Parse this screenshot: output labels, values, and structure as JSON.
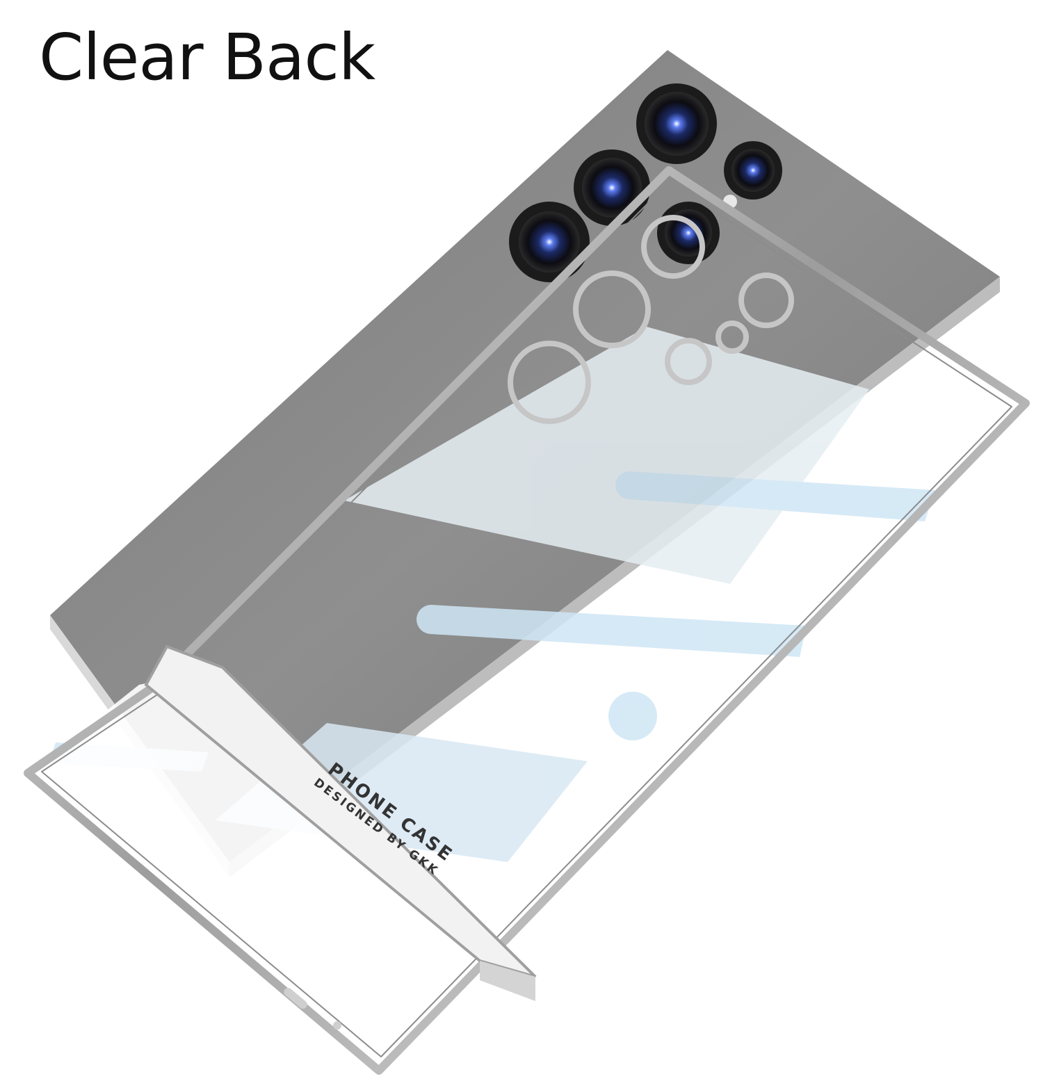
{
  "headline": "Clear Back",
  "kickstand_print": {
    "line1": "PHONE CASE",
    "line2": "DESIGNED BY GKK"
  },
  "colors": {
    "background": "#ffffff",
    "headline_text": "#111111",
    "phone_body": "#8a8a8a",
    "chrome_frame": "#c9c9c9",
    "lens_blue": "#3a5fd0",
    "reflection_blue": "#cfe6f5",
    "kickstand": "#f2f2f2"
  },
  "icons": [
    "camera-lens-icon",
    "camera-lens-icon",
    "camera-lens-icon",
    "camera-lens-icon",
    "flash-icon"
  ]
}
